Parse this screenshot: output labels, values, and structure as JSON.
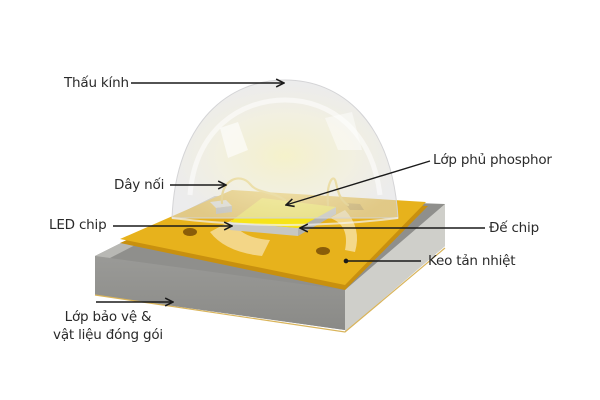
{
  "diagram": {
    "subject": "SMD LED package cross-section (components)",
    "labels": {
      "lens": "Thấu kính",
      "bond_wire": "Dây nối",
      "led_chip": "LED chip",
      "phosphor_layer": "Lớp phủ phosphor",
      "chip_substrate": "Đế chip",
      "thermal_paste": "Keo tản nhiệt",
      "protective_layer_line1": "Lớp bảo vệ &",
      "protective_layer_line2": "vật liệu đóng gói"
    },
    "colors": {
      "base_top": "#8e8e8b",
      "base_front": "#999996",
      "base_side": "#c9c9c4",
      "pad": "#e7b21c",
      "pad_edge": "#c8900f",
      "chip_top": "#f6e41a",
      "chip_side": "#cfcfca",
      "lens": "#e4e4e6",
      "wire": "#e8c13a",
      "arrow": "#1a1a1a"
    }
  }
}
